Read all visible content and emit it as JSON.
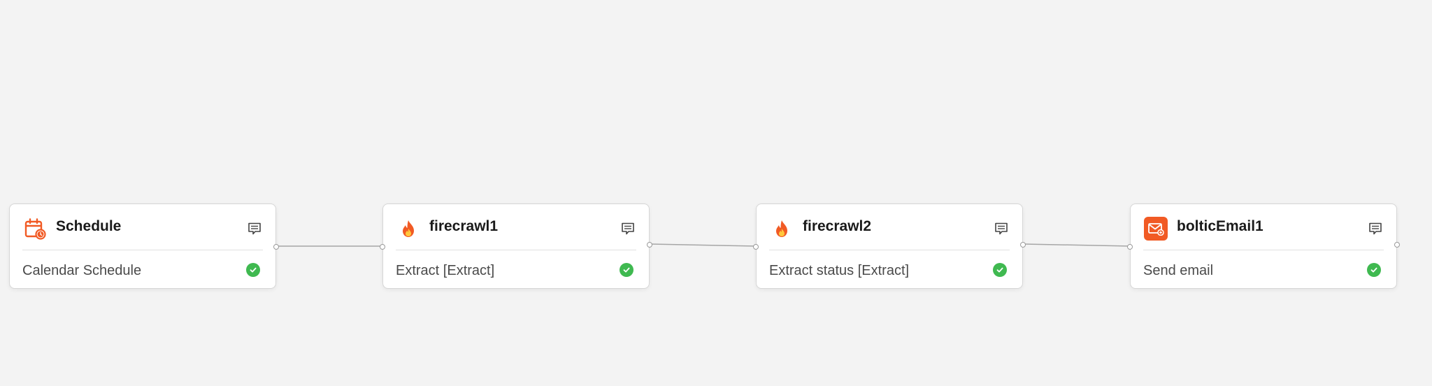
{
  "canvas": {
    "background": "#f3f3f3",
    "accent": "#f15a24",
    "status_color": "#3fb950"
  },
  "nodes": [
    {
      "title": "Schedule",
      "subtitle": "Calendar Schedule",
      "icon": "calendar-clock-icon",
      "status": "success"
    },
    {
      "title": "firecrawl1",
      "subtitle": "Extract [Extract]",
      "icon": "fire-icon",
      "status": "success"
    },
    {
      "title": "firecrawl2",
      "subtitle": "Extract status [Extract]",
      "icon": "fire-icon",
      "status": "success"
    },
    {
      "title": "bolticEmail1",
      "subtitle": "Send email",
      "icon": "email-icon",
      "status": "success"
    }
  ]
}
